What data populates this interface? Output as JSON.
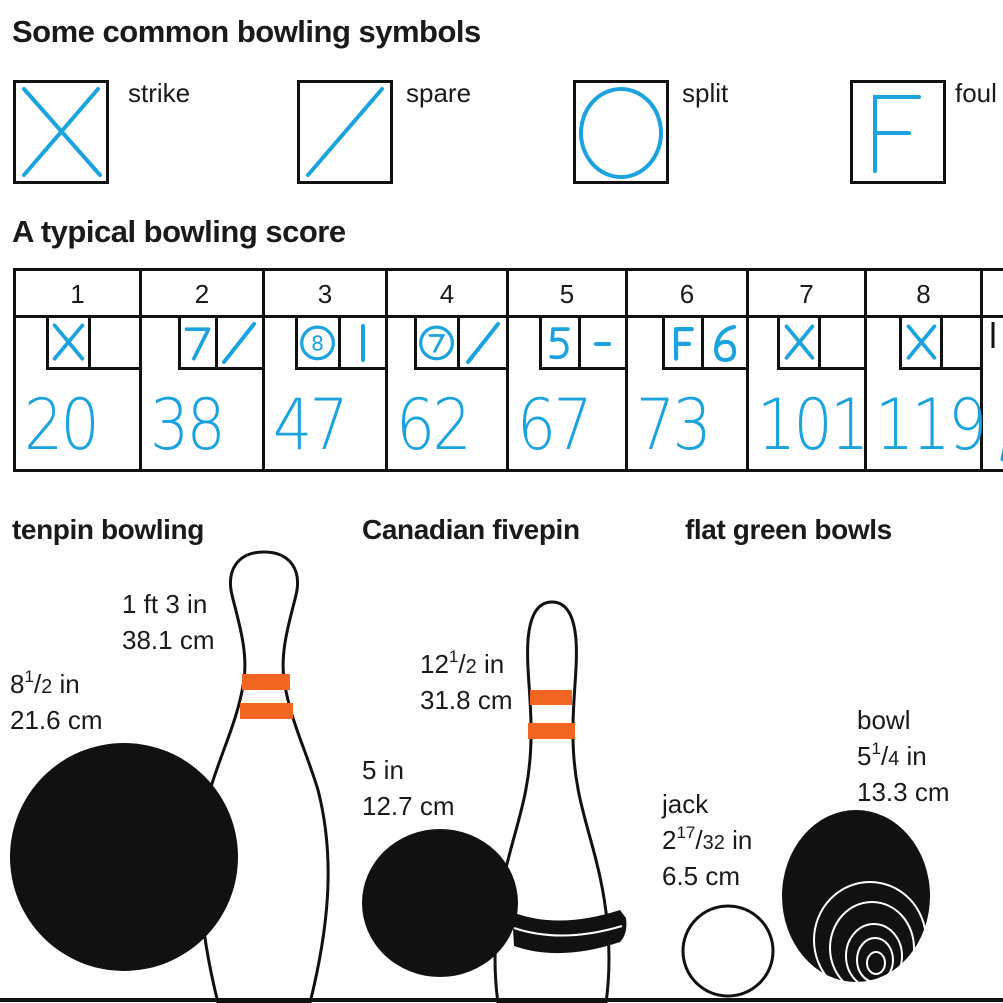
{
  "headings": {
    "symbols": "Some common bowling symbols",
    "score": "A typical bowling score"
  },
  "symbols": [
    {
      "label": "strike",
      "icon": "strike-x-icon"
    },
    {
      "label": "spare",
      "icon": "spare-slash-icon"
    },
    {
      "label": "split",
      "icon": "split-circle-icon"
    },
    {
      "label": "foul",
      "icon": "foul-f-icon"
    }
  ],
  "scorecard": {
    "frames": [
      {
        "number": "1",
        "marks": [
          "X"
        ],
        "total": "20"
      },
      {
        "number": "2",
        "marks": [
          "7",
          "/"
        ],
        "total": "38"
      },
      {
        "number": "3",
        "marks": [
          "8",
          "1"
        ],
        "total": "47"
      },
      {
        "number": "4",
        "marks": [
          "7",
          "/"
        ],
        "total": "62"
      },
      {
        "number": "5",
        "marks": [
          "5",
          "-"
        ],
        "total": "67"
      },
      {
        "number": "6",
        "marks": [
          "F",
          "6"
        ],
        "total": "73"
      },
      {
        "number": "7",
        "marks": [
          "X"
        ],
        "total": "101"
      },
      {
        "number": "8",
        "marks": [
          "X"
        ],
        "total": "119"
      }
    ],
    "mark_color": "#1ba3df"
  },
  "sections": {
    "tenpin": {
      "title": "tenpin bowling",
      "pin": {
        "line1": "1 ft 3 in",
        "line2": "38.1 cm"
      },
      "ball": {
        "whole": "8",
        "num": "1",
        "den": "2",
        "unit": " in",
        "line2": "21.6 cm"
      }
    },
    "fivepin": {
      "title": "Canadian fivepin",
      "pin": {
        "whole": "12",
        "num": "1",
        "den": "2",
        "unit": " in",
        "line2": "31.8 cm"
      },
      "ball": {
        "line1": "5 in",
        "line2": "12.7 cm"
      }
    },
    "bowls": {
      "title": "flat green bowls",
      "jack": {
        "name": "jack",
        "whole": "2",
        "num": "17",
        "den": "32",
        "unit": " in",
        "line2": "6.5 cm"
      },
      "bowl": {
        "name": "bowl",
        "whole": "5",
        "num": "1",
        "den": "4",
        "unit": " in",
        "line2": "13.3 cm"
      }
    }
  },
  "colors": {
    "ink": "#111111",
    "accent": "#1ba3df",
    "pin_stripe": "#f26522"
  }
}
